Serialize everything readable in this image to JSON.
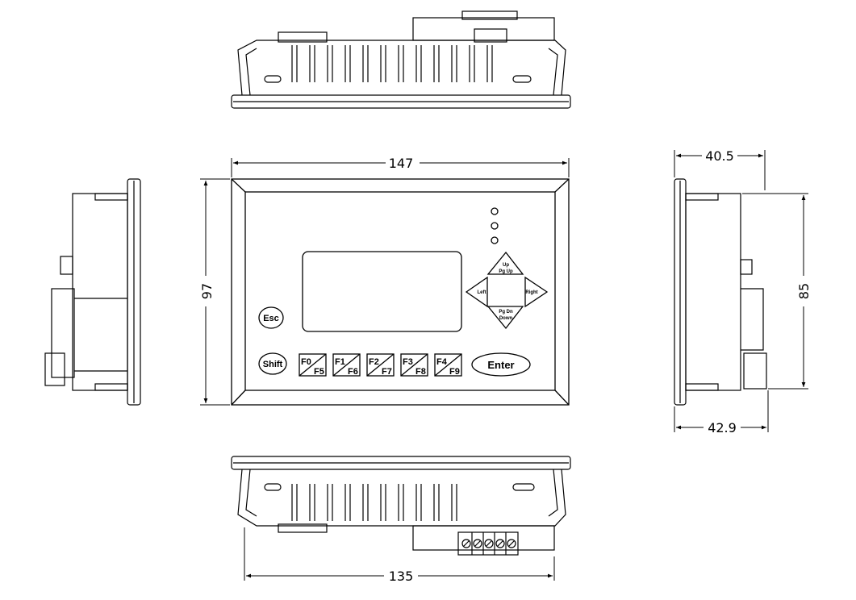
{
  "dimensions": {
    "front_width": "147",
    "front_height": "97",
    "bottom_width": "135",
    "side_height": "85",
    "side_depth_top": "40.5",
    "side_depth_bottom": "42.9"
  },
  "keys": {
    "esc": "Esc",
    "shift": "Shift",
    "enter": "Enter",
    "function_keys": [
      {
        "top": "F0",
        "bottom": "F5"
      },
      {
        "top": "F1",
        "bottom": "F6"
      },
      {
        "top": "F2",
        "bottom": "F7"
      },
      {
        "top": "F3",
        "bottom": "F8"
      },
      {
        "top": "F4",
        "bottom": "F9"
      }
    ],
    "up": "Up",
    "pg_up": "Pg Up",
    "left": "Left",
    "right": "Right",
    "pg_dn": "Pg Dn",
    "down": "Down"
  },
  "colors": {
    "line": "#000000",
    "background": "#ffffff"
  }
}
